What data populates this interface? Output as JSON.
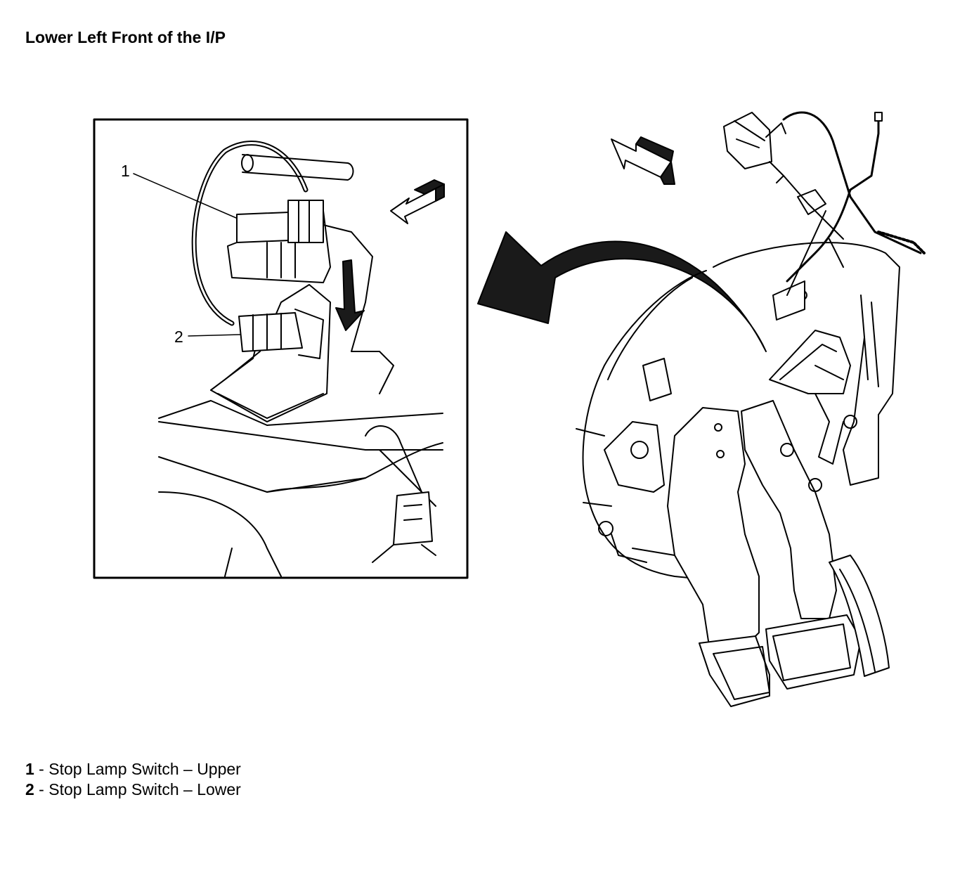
{
  "title": "Lower Left Front of the I/P",
  "callouts": [
    {
      "num": "1",
      "label": "Stop Lamp Switch – Upper"
    },
    {
      "num": "2",
      "label": "Stop Lamp Switch – Lower"
    }
  ],
  "legend_separator": " - ",
  "colors": {
    "line": "#000000",
    "background": "#ffffff",
    "fill_dark": "#1a1a1a"
  }
}
